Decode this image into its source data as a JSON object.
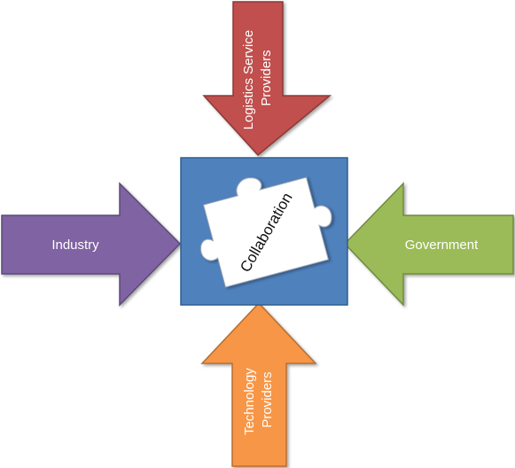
{
  "diagram": {
    "center": {
      "label": "Collaboration",
      "box_color": "#4F81BD",
      "piece_color": "#FFFFFF"
    },
    "arrows": {
      "top": {
        "line1": "Logistics  Service",
        "line2": "Providers",
        "color": "#C0504D"
      },
      "left": {
        "label": "Industry",
        "color": "#8064A2"
      },
      "right": {
        "label": "Government",
        "color": "#9BBB59"
      },
      "bottom": {
        "line1": "Technology",
        "line2": "Providers",
        "color": "#F79646"
      }
    }
  }
}
